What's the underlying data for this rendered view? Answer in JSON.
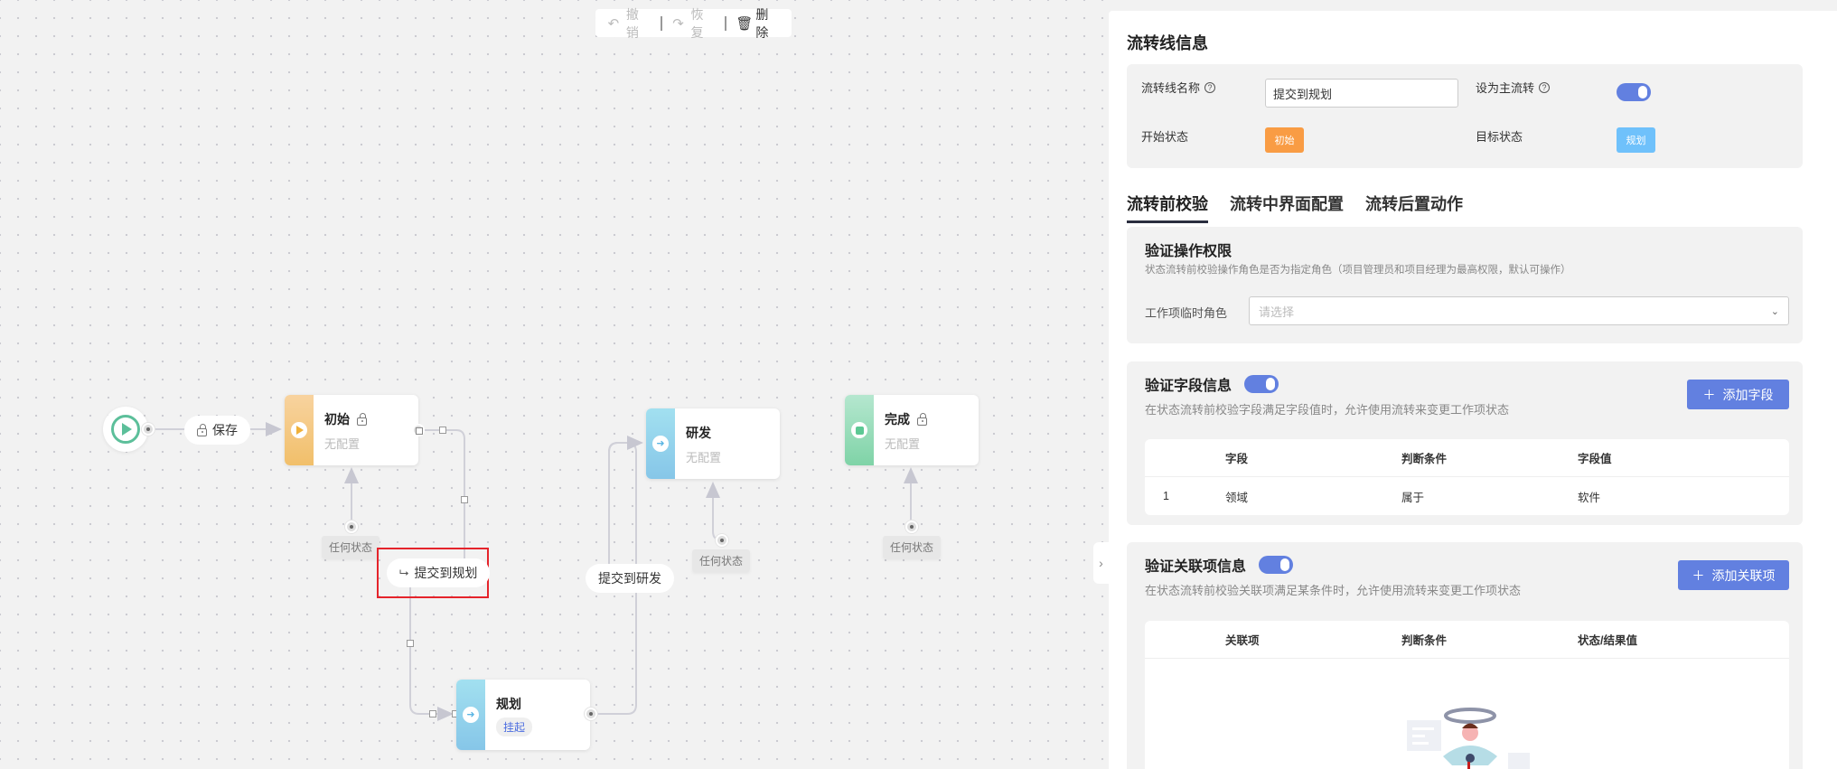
{
  "toolbar": {
    "undo_label": "撤销",
    "redo_label": "恢复",
    "delete_label": "删除"
  },
  "canvas": {
    "start_transition_label": "保存",
    "nodes": [
      {
        "name": "初始",
        "subtitle": "无配置",
        "locked": true,
        "color": "orange"
      },
      {
        "name": "研发",
        "subtitle": "无配置",
        "locked": false,
        "color": "blue"
      },
      {
        "name": "完成",
        "subtitle": "无配置",
        "locked": true,
        "color": "green"
      },
      {
        "name": "规划",
        "tag": "挂起",
        "color": "blue"
      }
    ],
    "any_state_label": "任何状态",
    "transitions": [
      {
        "label": "提交到规划",
        "selected": true
      },
      {
        "label": "提交到研发",
        "selected": false
      }
    ],
    "collapse_icon": "›"
  },
  "panel": {
    "title": "流转线信息",
    "name_label": "流转线名称",
    "name_value": "提交到规划",
    "main_flow_label": "设为主流转",
    "main_flow_on": true,
    "start_state_label": "开始状态",
    "start_state_value": "初始",
    "start_state_color": "#f99c44",
    "target_state_label": "目标状态",
    "target_state_value": "规划",
    "target_state_color": "#6fc1fb",
    "tabs": [
      {
        "label": "流转前校验",
        "active": true
      },
      {
        "label": "流转中界面配置",
        "active": false
      },
      {
        "label": "流转后置动作",
        "active": false
      }
    ],
    "permission": {
      "title": "验证操作权限",
      "desc": "状态流转前校验操作角色是否为指定角色（项目管理员和项目经理为最高权限，默认可操作）",
      "role_label": "工作项临时角色",
      "role_placeholder": "请选择"
    },
    "fields": {
      "title": "验证字段信息",
      "enabled": true,
      "desc": "在状态流转前校验字段满足字段值时，允许使用流转来变更工作项状态",
      "add_button": "添加字段",
      "columns": [
        "字段",
        "判断条件",
        "字段值"
      ],
      "rows": [
        {
          "index": "1",
          "field": "领域",
          "condition": "属于",
          "value": "软件"
        }
      ]
    },
    "relations": {
      "title": "验证关联项信息",
      "enabled": true,
      "desc": "在状态流转前校验关联项满足某条件时，允许使用流转来变更工作项状态",
      "add_button": "添加关联项",
      "columns": [
        "关联项",
        "判断条件",
        "状态/结果值"
      ],
      "rows": []
    }
  },
  "colors": {
    "accent": "#6280e0",
    "selection": "#e5242b"
  }
}
